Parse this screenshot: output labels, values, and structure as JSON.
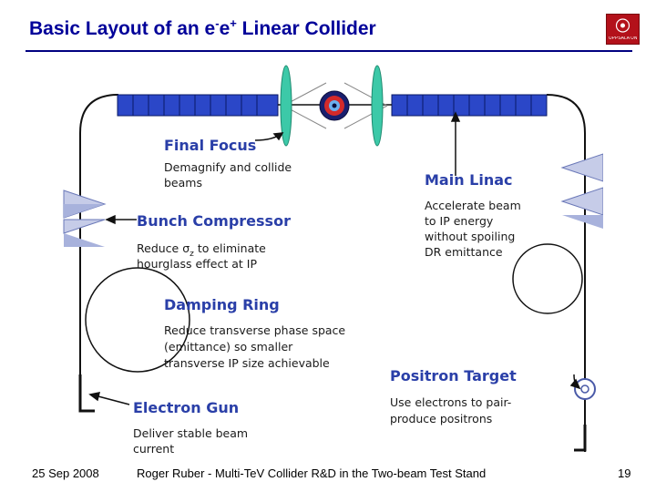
{
  "slide": {
    "title_pre": "Basic Layout of an e",
    "title_sup1": "-",
    "title_mid": "e",
    "title_sup2": "+",
    "title_post": " Linear Collider",
    "logo_text": "UPPSALA UNIVERSITET",
    "footer": {
      "date": "25 Sep 2008",
      "center": "Roger Ruber - Multi-TeV Collider R&D in the Two-beam Test Stand",
      "page": "19"
    }
  },
  "diagram": {
    "final_focus": {
      "head": "Final Focus",
      "lines": [
        "Demagnify and collide",
        "beams"
      ]
    },
    "main_linac": {
      "head": "Main Linac",
      "lines": [
        "Accelerate beam",
        "to IP energy",
        "without spoiling",
        "DR emittance"
      ]
    },
    "bunch_compressor": {
      "head": "Bunch Compressor",
      "line1_pre": "Reduce σ",
      "line1_sub": "z",
      "line1_post": " to eliminate",
      "line2": "hourglass effect at IP"
    },
    "damping_ring": {
      "head": "Damping Ring",
      "lines": [
        "Reduce transverse phase space",
        "(emittance) so smaller",
        "transverse IP size achievable"
      ]
    },
    "positron_target": {
      "head": "Positron Target",
      "lines": [
        "Use electrons to pair-",
        "produce positrons"
      ]
    },
    "electron_gun": {
      "head": "Electron Gun",
      "lines": [
        "Deliver stable beam",
        "current"
      ]
    }
  },
  "colors": {
    "title": "#000099",
    "linac_fill": "#2b47c8",
    "lens_fill": "#3cc9a8",
    "label_head": "#2a3fa8",
    "wedge_fill": "#c6cce8",
    "logo_bg": "#b3111a"
  }
}
